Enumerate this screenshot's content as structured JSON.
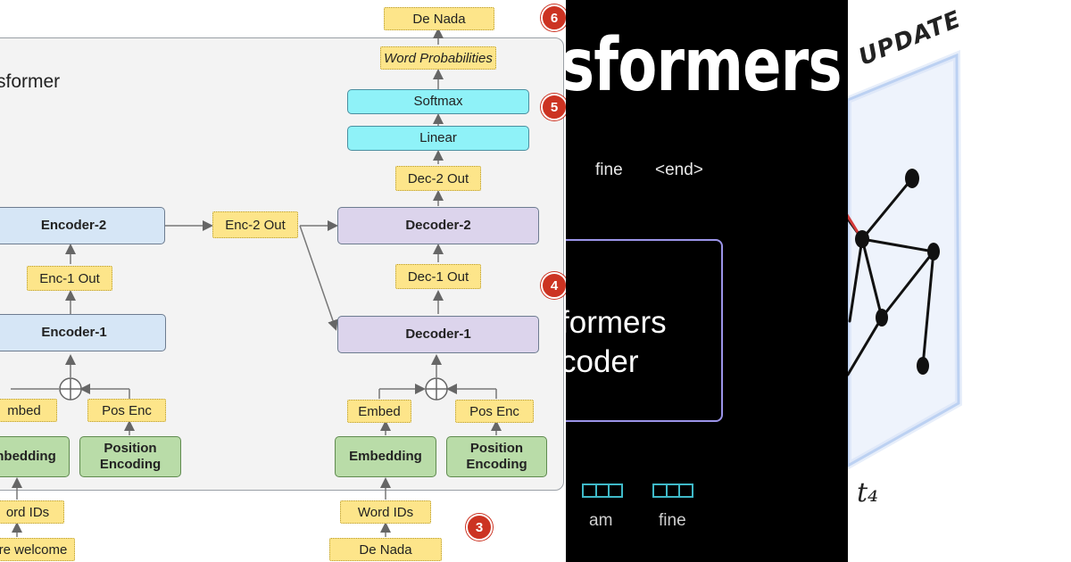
{
  "panel1": {
    "title": "sformer",
    "encoder2": "Encoder-2",
    "encoder1": "Encoder-1",
    "enc1_out": "Enc-1 Out",
    "enc2_out": "Enc-2 Out",
    "decoder2": "Decoder-2",
    "decoder1": "Decoder-1",
    "dec1_out": "Dec-1 Out",
    "dec2_out": "Dec-2 Out",
    "linear": "Linear",
    "softmax": "Softmax",
    "word_prob": "Word Probabilities",
    "de_nada_top": "De Nada",
    "embed_left": "mbed",
    "pos_enc_left": "Pos Enc",
    "embedding_left": "nbedding",
    "position_encoding_left": "Position Encoding",
    "embed_right": "Embed",
    "pos_enc_right": "Pos Enc",
    "embedding_right": "Embedding",
    "position_encoding_right": "Position Encoding",
    "word_ids_left": "ord IDs",
    "input_left": "re welcome",
    "word_ids_right": "Word IDs",
    "de_nada_bottom": "De Nada",
    "badges": [
      "6",
      "5",
      "4",
      "3"
    ],
    "colors": {
      "encoder": "#d6e6f6",
      "decoder": "#dcd4ec",
      "embedding": "#b9dca8",
      "linear": "#8ff2f8",
      "tag": "#fde58a",
      "badge": "#cc3322"
    }
  },
  "panel2": {
    "title": "sformers",
    "fine": "fine",
    "end": "<end>",
    "box_line1": "formers",
    "box_line2": "coder",
    "am": "am",
    "fine2": "fine",
    "colors": {
      "box_border": "#9b94e8",
      "vector": "#3fb9c8"
    }
  },
  "panel3": {
    "update": "UPDATE",
    "t4": "t₄"
  }
}
